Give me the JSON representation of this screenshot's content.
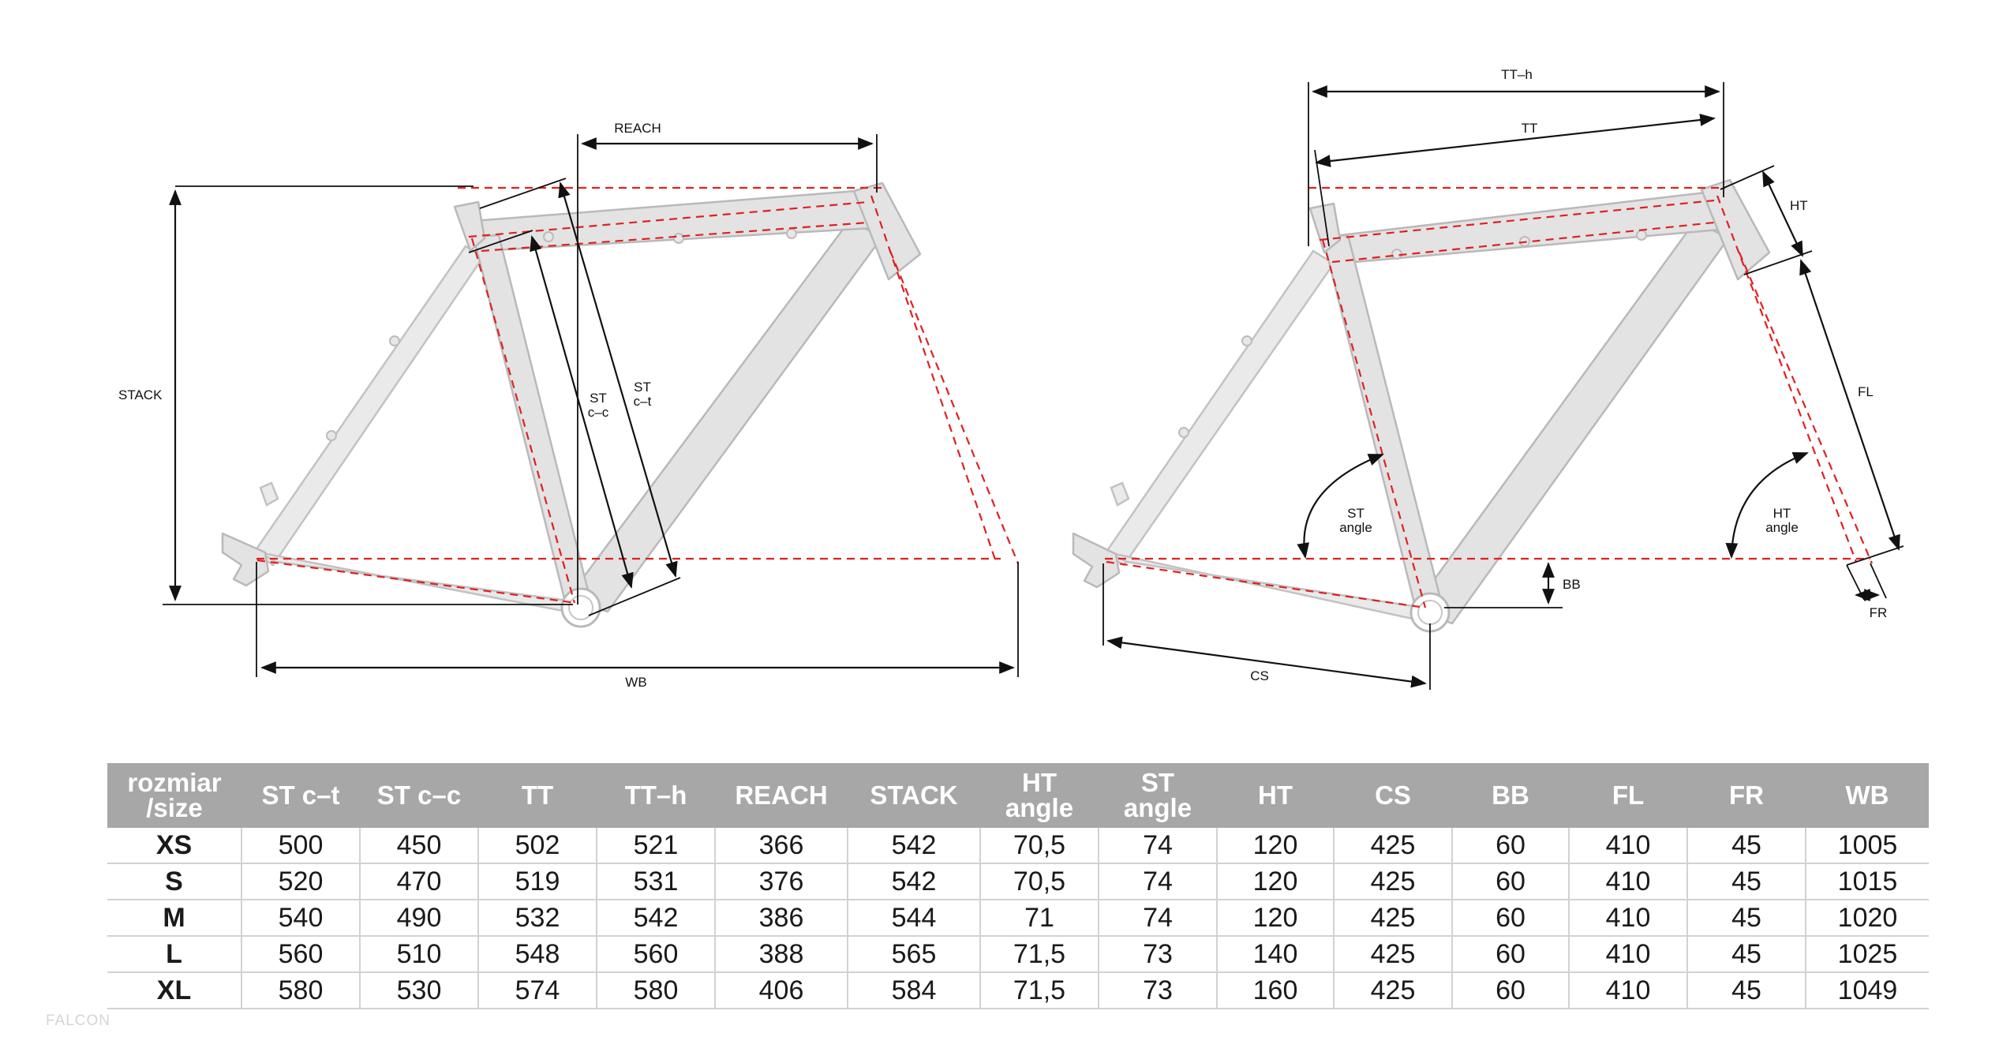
{
  "diagram_left": {
    "labels": {
      "stack": "STACK",
      "reach": "REACH",
      "st_ct": [
        "ST",
        "c–t"
      ],
      "st_cc": [
        "ST",
        "c–c"
      ],
      "wb": "WB"
    }
  },
  "diagram_right": {
    "labels": {
      "tt_h": "TT–h",
      "tt": "TT",
      "ht": "HT",
      "fl": "FL",
      "st_angle": [
        "ST",
        "angle"
      ],
      "ht_angle": [
        "HT",
        "angle"
      ],
      "bb": "BB",
      "fr": "FR",
      "cs": "CS"
    }
  },
  "table": {
    "headers": [
      [
        "rozmiar",
        "/size"
      ],
      [
        "ST c–t"
      ],
      [
        "ST c–c"
      ],
      [
        "TT"
      ],
      [
        "TT–h"
      ],
      [
        "REACH"
      ],
      [
        "STACK"
      ],
      [
        "HT",
        "angle"
      ],
      [
        "ST",
        "angle"
      ],
      [
        "HT"
      ],
      [
        "CS"
      ],
      [
        "BB"
      ],
      [
        "FL"
      ],
      [
        "FR"
      ],
      [
        "WB"
      ]
    ],
    "rows": [
      [
        "XS",
        "500",
        "450",
        "502",
        "521",
        "366",
        "542",
        "70,5",
        "74",
        "120",
        "425",
        "60",
        "410",
        "45",
        "1005"
      ],
      [
        "S",
        "520",
        "470",
        "519",
        "531",
        "376",
        "542",
        "70,5",
        "74",
        "120",
        "425",
        "60",
        "410",
        "45",
        "1015"
      ],
      [
        "M",
        "540",
        "490",
        "532",
        "542",
        "386",
        "544",
        "71",
        "74",
        "120",
        "425",
        "60",
        "410",
        "45",
        "1020"
      ],
      [
        "L",
        "560",
        "510",
        "548",
        "560",
        "388",
        "565",
        "71,5",
        "73",
        "140",
        "425",
        "60",
        "410",
        "45",
        "1025"
      ],
      [
        "XL",
        "580",
        "530",
        "574",
        "580",
        "406",
        "584",
        "71,5",
        "73",
        "160",
        "425",
        "60",
        "410",
        "45",
        "1049"
      ]
    ]
  },
  "watermark": "FALCON"
}
